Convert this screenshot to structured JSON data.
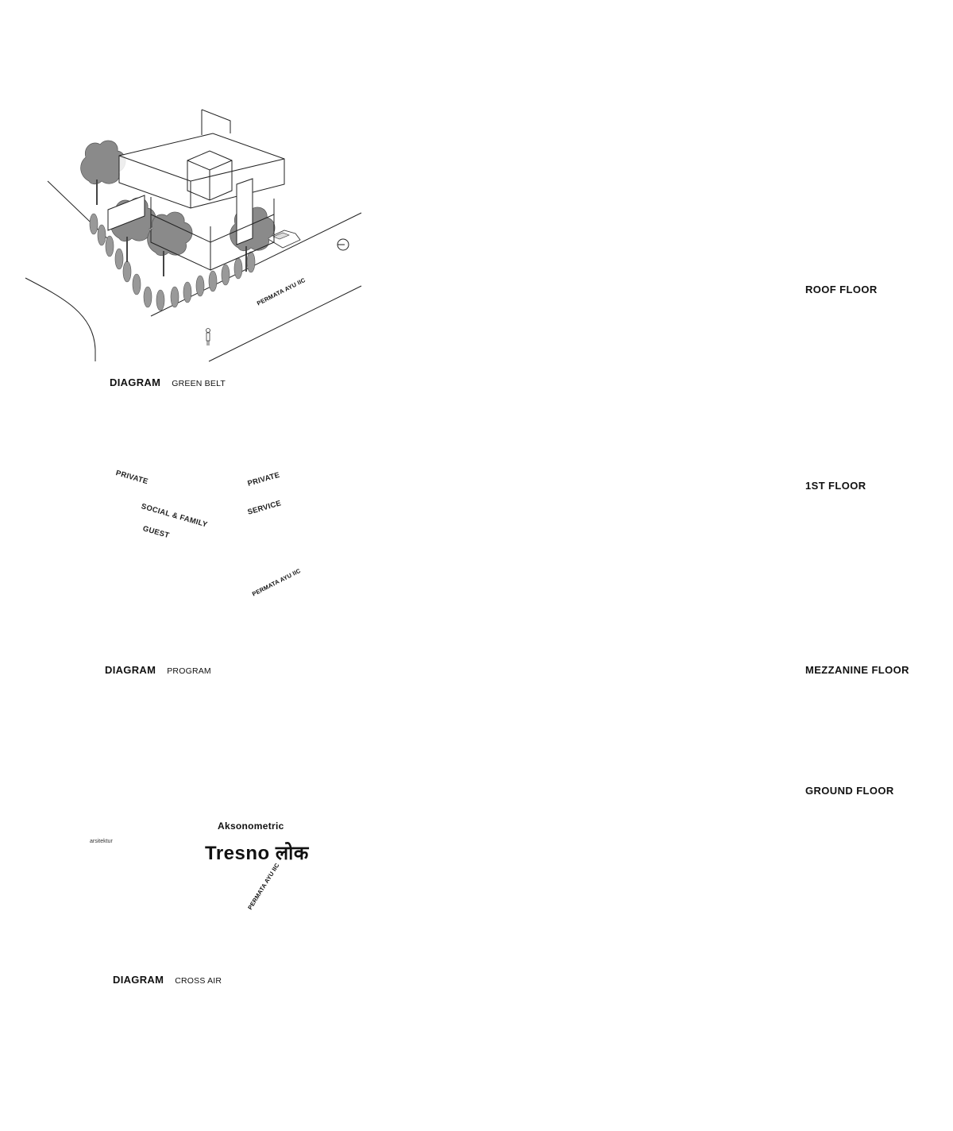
{
  "diagrams": [
    {
      "label": "DIAGRAM",
      "name": "GREEN BELT"
    },
    {
      "label": "DIAGRAM",
      "name": "PROGRAM"
    },
    {
      "label": "DIAGRAM",
      "name": "CROSS AIR"
    }
  ],
  "street_name": "PERMATA AYU IIC",
  "program_labels": {
    "private_left": "PRIVATE",
    "private_right": "PRIVATE",
    "social_family": "SOCIAL & FAMILY",
    "service": "SERVICE",
    "guest": "GUEST"
  },
  "floors": {
    "roof": "ROOF FLOOR",
    "first": "1ST FLOOR",
    "mezzanine": "MEZZANINE FLOOR",
    "ground": "GROUND FLOOR"
  },
  "footer": {
    "logo_sub": "arsitektur",
    "subtitle": "Aksonometric",
    "title": "Tresno लोक"
  },
  "colors": {
    "line": "#222222",
    "tree": "#888888",
    "shade": "#666666"
  }
}
